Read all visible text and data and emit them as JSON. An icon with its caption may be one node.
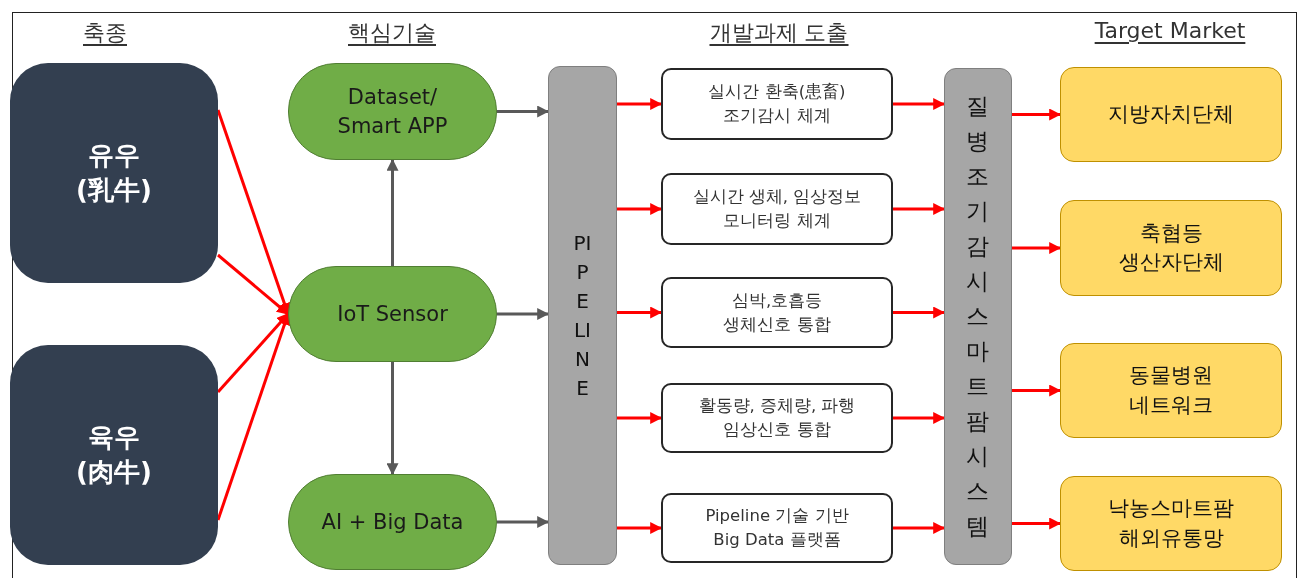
{
  "diagram": {
    "nodes": [
      {
        "text": [
          "유우 (乳牛)"
        ]
      },
      {
        "text": [
          "육우 (肉牛)"
        ]
      },
      {
        "text": [
          "Dataset/ Smart APP"
        ]
      },
      {
        "text": [
          "IoT Sensor"
        ]
      },
      {
        "text": [
          "AI + Big Data"
        ]
      },
      {
        "text": [
          "PIPELINE"
        ]
      },
      {
        "text": [
          "실시간 환축(患畜) 조기감시 체계"
        ]
      },
      {
        "text": [
          "실시간 생체, 임상정보 모니터링 체계"
        ]
      },
      {
        "text": [
          "심박,호흡등 생체신호 통합"
        ]
      },
      {
        "text": [
          "활동량, 증체량, 파행 임상신호 통합"
        ]
      },
      {
        "text": [
          "Pipeline 기술 기반 Big Data 플랫폼"
        ]
      },
      {
        "text": [
          "질병조기감시스마트팜시스템"
        ]
      },
      {
        "text": [
          "지방자치단체"
        ]
      },
      {
        "text": [
          "축협등 생산자단체"
        ]
      },
      {
        "text": [
          "동물병원 네트워크"
        ]
      },
      {
        "text": [
          "낙농스마트팜 해외유통망"
        ]
      }
    ],
    "edges": [
      {
        "from": 0,
        "to": 3,
        "arrow": "to"
      },
      {
        "from": 0,
        "to": 3,
        "arrow": "to"
      },
      {
        "from": 1,
        "to": 3,
        "arrow": "to"
      },
      {
        "from": 1,
        "to": 3,
        "arrow": "to"
      },
      {
        "from": 3,
        "to": 2,
        "arrow": "to",
        "color": "#595959"
      },
      {
        "from": 3,
        "to": 4,
        "arrow": "to",
        "color": "#595959"
      },
      {
        "from": 2,
        "to": 5,
        "arrow": "to",
        "color": "#595959"
      },
      {
        "from": 3,
        "to": 5,
        "arrow": "to",
        "color": "#595959"
      },
      {
        "from": 4,
        "to": 5,
        "arrow": "to",
        "color": "#595959"
      },
      {
        "from": 5,
        "to": 6,
        "arrow": "to"
      },
      {
        "from": 5,
        "to": 7,
        "arrow": "to"
      },
      {
        "from": 5,
        "to": 8,
        "arrow": "to"
      },
      {
        "from": 5,
        "to": 9,
        "arrow": "to"
      },
      {
        "from": 5,
        "to": 10,
        "arrow": "to"
      },
      {
        "from": 6,
        "to": 11,
        "arrow": "to"
      },
      {
        "from": 7,
        "to": 11,
        "arrow": "to"
      },
      {
        "from": 8,
        "to": 11,
        "arrow": "to"
      },
      {
        "from": 9,
        "to": 11,
        "arrow": "to"
      },
      {
        "from": 10,
        "to": 11,
        "arrow": "to"
      },
      {
        "from": 11,
        "to": 12,
        "arrow": "to"
      },
      {
        "from": 11,
        "to": 13,
        "arrow": "to"
      },
      {
        "from": 11,
        "to": 14,
        "arrow": "to"
      },
      {
        "from": 11,
        "to": 15,
        "arrow": "to"
      }
    ],
    "labels": [
      "축종",
      "핵심기술",
      "개발과제 도출",
      "Target Market"
    ]
  }
}
